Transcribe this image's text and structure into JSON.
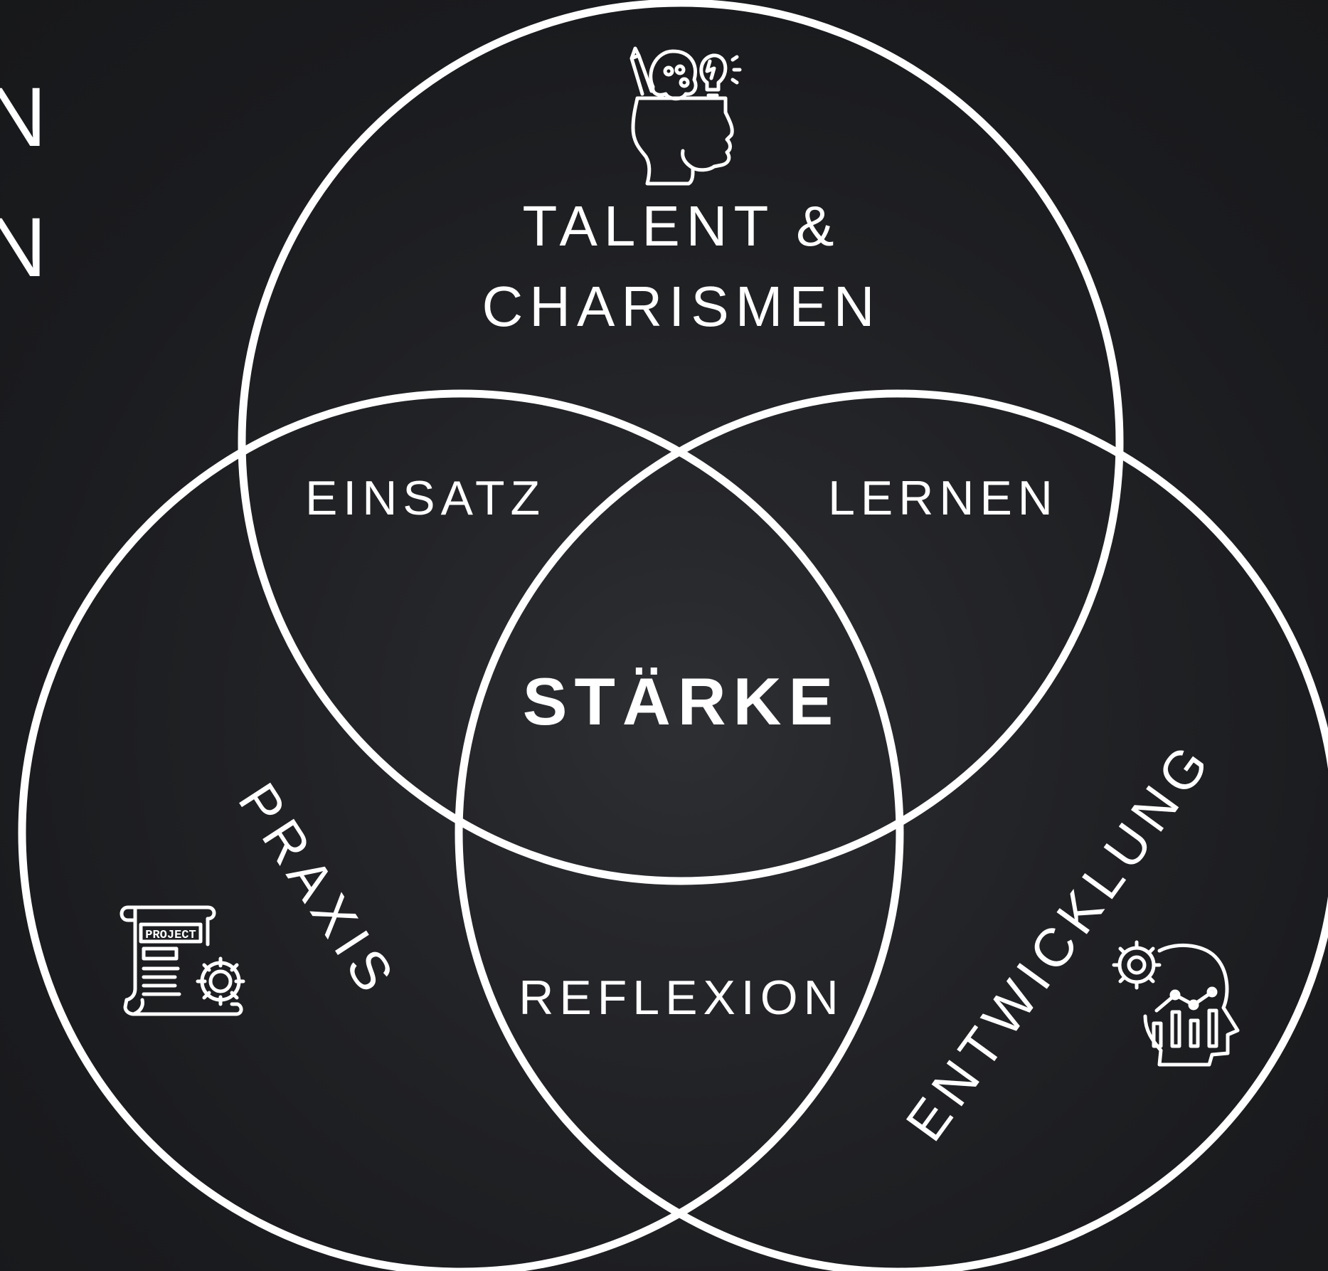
{
  "sets": {
    "top": "TALENT &",
    "top_line2": "CHARISMEN",
    "left": "PRAXIS",
    "right": "ENTWICKLUNG"
  },
  "intersections": {
    "top_left": "EINSATZ",
    "top_right": "LERNEN",
    "bottom": "REFLEXION",
    "center": "STÄRKE"
  },
  "icons": {
    "top": "head-ideas-icon",
    "left": "project-scroll-icon",
    "left_text": "PROJECT",
    "right": "head-analytics-icon"
  },
  "edge_fragment": [
    "N",
    "N"
  ],
  "colors": {
    "background": "#1c1d20",
    "stroke": "#ffffff",
    "text": "#ffffff"
  }
}
